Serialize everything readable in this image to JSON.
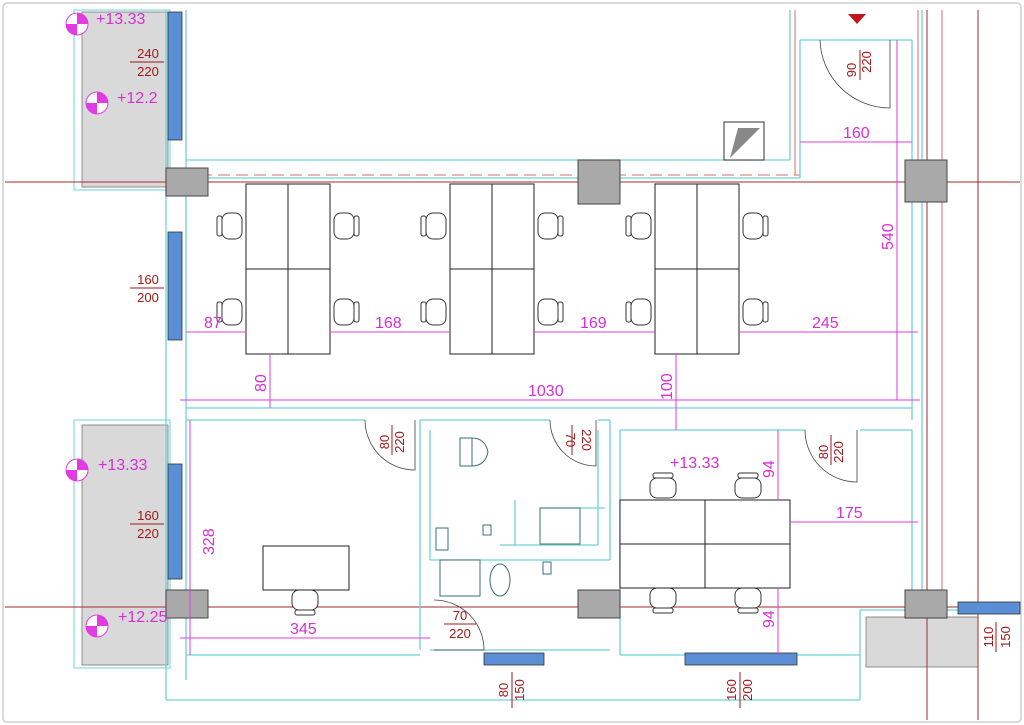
{
  "levels": {
    "top_a": "+13.33",
    "top_b": "+12.2",
    "mid_a": "+13.33",
    "bot_a": "+12.25",
    "room": "+13.33"
  },
  "openings": {
    "entrance": {
      "w": "90",
      "h": "220"
    },
    "win_top_left": {
      "w": "240",
      "h": "220"
    },
    "win_mid_left": {
      "w": "160",
      "h": "200"
    },
    "win_low_left": {
      "w": "160",
      "h": "220"
    },
    "door_office": {
      "w": "80",
      "h": "220"
    },
    "door_wc": {
      "w": "70",
      "h": "220"
    },
    "door_meeting": {
      "w": "80",
      "h": "220"
    },
    "door_bath": {
      "w": "70",
      "h": "220"
    },
    "win_bottom_small": {
      "w": "80",
      "h": "150"
    },
    "win_bottom_big": {
      "w": "160",
      "h": "200"
    },
    "win_right": {
      "w": "110",
      "h": "150"
    }
  },
  "dimensions": {
    "d160": "160",
    "d540": "540",
    "d87": "87",
    "d168": "168",
    "d169": "169",
    "d245": "245",
    "d80": "80",
    "d1030": "1030",
    "d100": "100",
    "d94a": "94",
    "d175": "175",
    "d328": "328",
    "d345": "345",
    "d94b": "94"
  }
}
